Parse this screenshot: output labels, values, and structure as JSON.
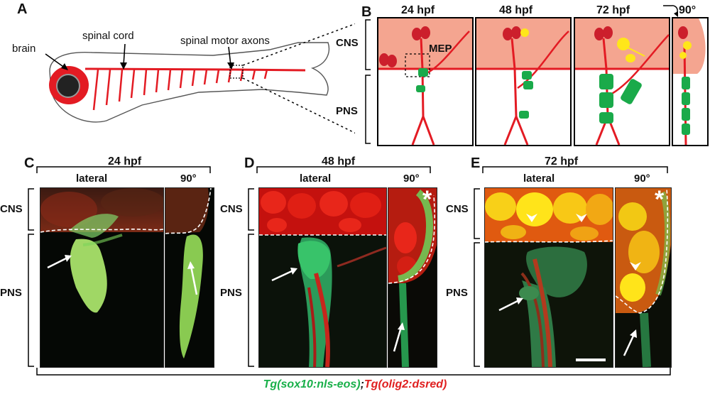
{
  "panels": {
    "A": {
      "letter": "A",
      "labels": {
        "brain": "brain",
        "spinal_cord": "spinal cord",
        "motor_axons": "spinal motor axons"
      }
    },
    "B": {
      "letter": "B",
      "regions": {
        "cns": "CNS",
        "pns": "PNS"
      },
      "timepoints": [
        "24 hpf",
        "48 hpf",
        "72 hpf"
      ],
      "rotation": "90°",
      "mep": "MEP"
    },
    "C": {
      "letter": "C",
      "time": "24 hpf",
      "lateral": "lateral",
      "rot": "90°",
      "cns": "CNS",
      "pns": "PNS"
    },
    "D": {
      "letter": "D",
      "time": "48 hpf",
      "lateral": "lateral",
      "rot": "90°",
      "cns": "CNS",
      "pns": "PNS",
      "asterisk": "*"
    },
    "E": {
      "letter": "E",
      "time": "72 hpf",
      "lateral": "lateral",
      "rot": "90°",
      "cns": "CNS",
      "pns": "PNS",
      "asterisk": "*"
    }
  },
  "caption": {
    "green": "Tg(sox10:nls-eos)",
    "sep": ";",
    "red": "Tg(olig2:dsred)"
  },
  "colors": {
    "green": "#19b04a",
    "red": "#e02020",
    "cns_fill": "#f2a58e"
  }
}
